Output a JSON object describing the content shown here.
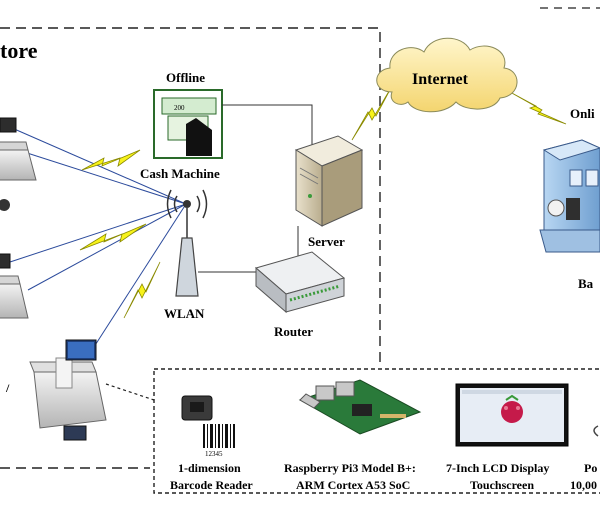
{
  "store": {
    "title": "tore"
  },
  "offline_label": "Offline",
  "cash_machine": {
    "label": "Cash Machine",
    "screen_text": "200"
  },
  "wlan": {
    "label": "WLAN"
  },
  "router": {
    "label": "Router"
  },
  "server": {
    "label": "Server"
  },
  "internet": {
    "label": "Internet"
  },
  "online": {
    "label": "Onli",
    "bank_label": "Ba"
  },
  "components": [
    {
      "line1": "1-dimension",
      "line2": "Barcode Reader",
      "barcode_digits": "12345"
    },
    {
      "line1": "Raspberry Pi3 Model B+:",
      "line2": "ARM Cortex A53 SoC"
    },
    {
      "line1": "7-Inch LCD Display",
      "line2": "Touchscreen"
    },
    {
      "line1": "Po",
      "line2": "10,00"
    }
  ],
  "colors": {
    "lightning": "#f7f21a",
    "cloud": "#fbe8a8",
    "pcb": "#2a7a3a",
    "wire": "#2c4b9c"
  }
}
